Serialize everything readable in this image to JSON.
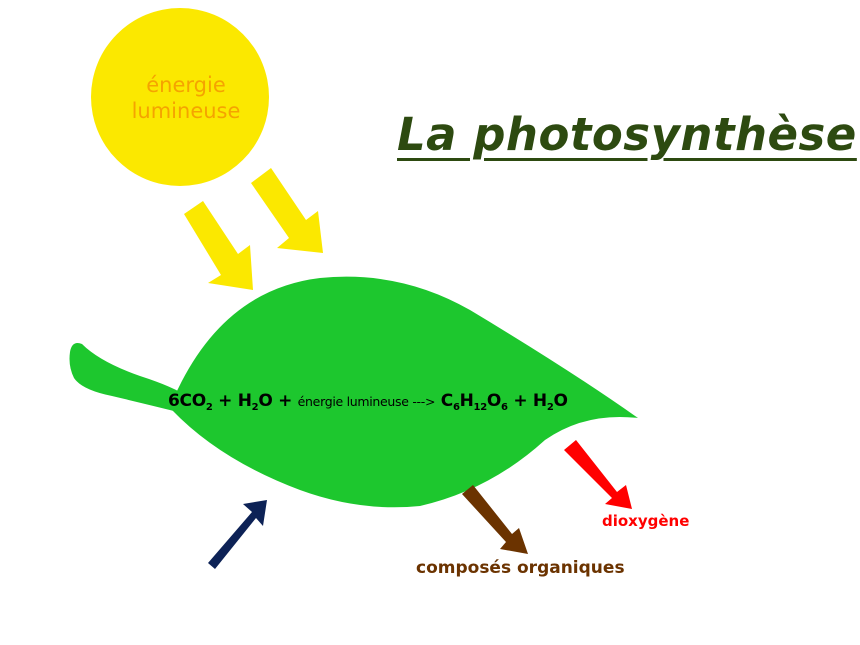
{
  "title": "La photosynthèse",
  "sun": {
    "label_line1": "énergie",
    "label_line2": "lumineuse",
    "color": "#fbe800",
    "text_color": "#f5a300"
  },
  "leaf": {
    "color": "#1dc72e"
  },
  "equation": {
    "co2_coef": "6CO",
    "co2_sub": "2",
    "plus1": " + ",
    "h2o_h": "H",
    "h2o_sub": "2",
    "h2o_o": "O",
    "plus2": " + ",
    "energy": "énergie lumineuse --->",
    "glucose_c": " C",
    "glucose_c_sub": "6",
    "glucose_h": "H",
    "glucose_h_sub": "12",
    "glucose_o": "O",
    "glucose_o_sub": "6",
    "plus3": " + ",
    "water_h": "H",
    "water_sub": "2",
    "water_o": "O"
  },
  "outputs": {
    "oxygen_label": "dioxygène",
    "oxygen_color": "#ff0000",
    "organic_label": "composés organiques",
    "organic_color": "#6b3300"
  },
  "inputs": {
    "arrow_color": "#0d2256"
  },
  "colors": {
    "title": "#2d4a10",
    "light_arrows": "#fbe800"
  }
}
